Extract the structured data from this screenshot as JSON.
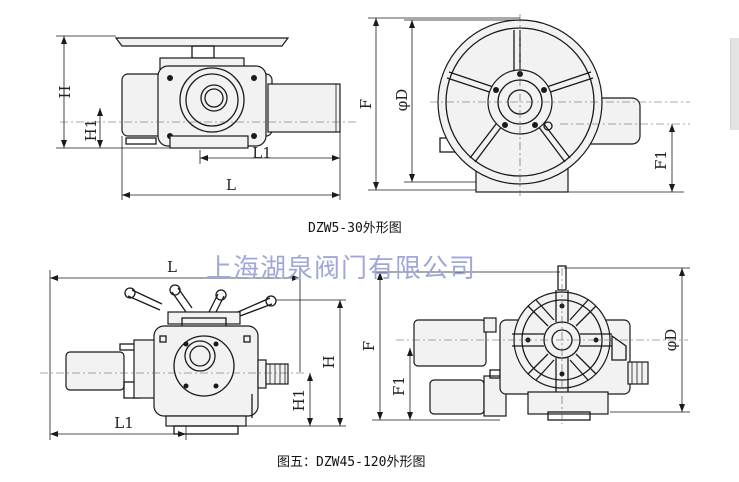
{
  "watermark": "上海湖泉阀门有限公司",
  "top": {
    "caption": "DZW5-30外形图",
    "side_view": {
      "labels": {
        "H": "H",
        "H1": "H1",
        "L1": "L1",
        "L": "L",
        "F": "F"
      }
    },
    "front_view": {
      "labels": {
        "phiD": "φD",
        "F1": "F1"
      }
    }
  },
  "bottom": {
    "caption": "图五：DZW45-120外形图",
    "side_view": {
      "labels": {
        "L": "L",
        "L1": "L1",
        "H1": "H1",
        "H": "H"
      }
    },
    "front_view": {
      "labels": {
        "F": "F",
        "F1": "F1",
        "phiD": "φD"
      }
    }
  }
}
